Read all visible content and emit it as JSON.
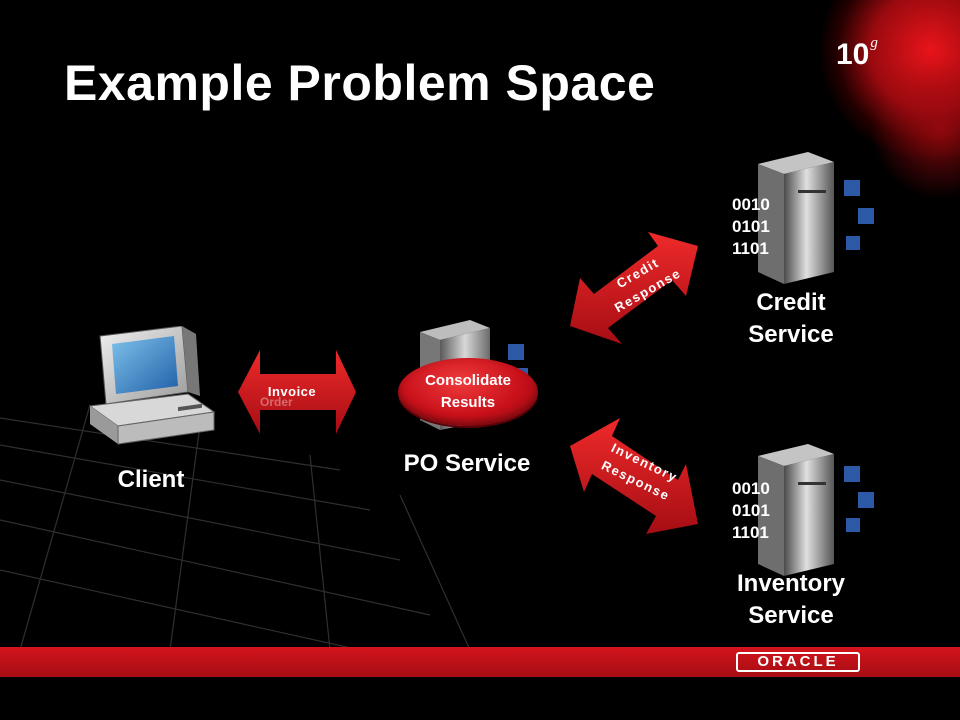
{
  "slide": {
    "title": "Example Problem Space",
    "version": {
      "main": "10",
      "sup": "g"
    },
    "brand": "ORACLE"
  },
  "labels": {
    "client": "Client",
    "po_service": "PO Service",
    "credit_service_line1": "Credit",
    "credit_service_line2": "Service",
    "inventory_service_line1": "Inventory",
    "inventory_service_line2": "Service"
  },
  "arrows": {
    "invoice": "Invoice",
    "order": "Order",
    "credit_line1": "Credit",
    "credit_line2": "Response",
    "inventory_line1": "Inventory",
    "inventory_line2": "Response"
  },
  "consolidate": {
    "line1": "Consolidate",
    "line2": "Results"
  },
  "server_code": [
    "0010",
    "0101",
    "1101"
  ],
  "colors": {
    "accent_red": "#d4141c",
    "dark_red": "#8c0a10",
    "block_blue": "#2d5aa6",
    "background": "#000000"
  }
}
